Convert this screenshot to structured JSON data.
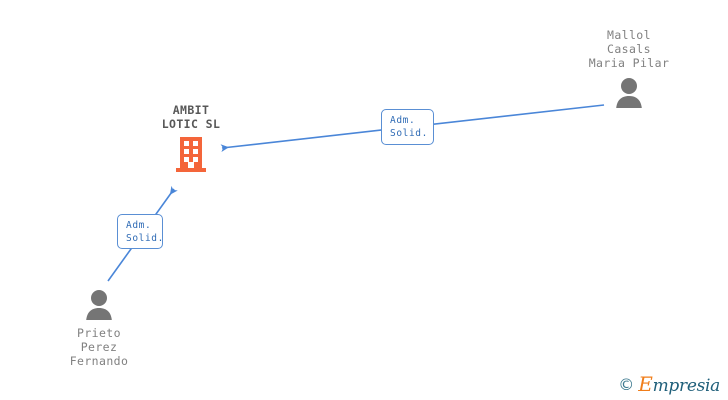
{
  "diagram": {
    "type": "org-relationship-graph",
    "background": "#ffffff",
    "company": {
      "name": "AMBIT\nLOTIC  SL",
      "name_lines": [
        "AMBIT",
        "LOTIC  SL"
      ],
      "icon": "building-icon",
      "icon_color": "#f4653a",
      "label_color": "#585858"
    },
    "people": [
      {
        "id": "mallol",
        "name": "Mallol\nCasals\nMaria Pilar",
        "name_lines": [
          "Mallol",
          "Casals",
          "Maria Pilar"
        ],
        "icon": "person-icon",
        "icon_color": "#757575",
        "label_color": "#818181",
        "label_position": "above"
      },
      {
        "id": "prieto",
        "name": "Prieto\nPerez\nFernando",
        "name_lines": [
          "Prieto",
          "Perez",
          "Fernando"
        ],
        "icon": "person-icon",
        "icon_color": "#757575",
        "label_color": "#818181",
        "label_position": "below"
      }
    ],
    "relations": [
      {
        "id": "rel-top",
        "from": "mallol",
        "to": "company",
        "label": "Adm.\nSolid.",
        "label_lines": [
          "Adm.",
          "Solid."
        ],
        "edge_color": "#4a86d8",
        "border_color": "#5a8fd4",
        "text_color": "#2f6bb5"
      },
      {
        "id": "rel-bottom",
        "from": "prieto",
        "to": "company",
        "label": "Adm.\nSolid.",
        "label_lines": [
          "Adm.",
          "Solid."
        ],
        "edge_color": "#4a86d8",
        "border_color": "#5a8fd4",
        "text_color": "#2f6bb5"
      }
    ]
  },
  "watermark": {
    "copyright": "©",
    "brand_initial": "E",
    "brand_rest": "mpresia",
    "brand": "Empresia",
    "initial_color": "#f07d1a",
    "text_color": "#1f5f7a"
  }
}
